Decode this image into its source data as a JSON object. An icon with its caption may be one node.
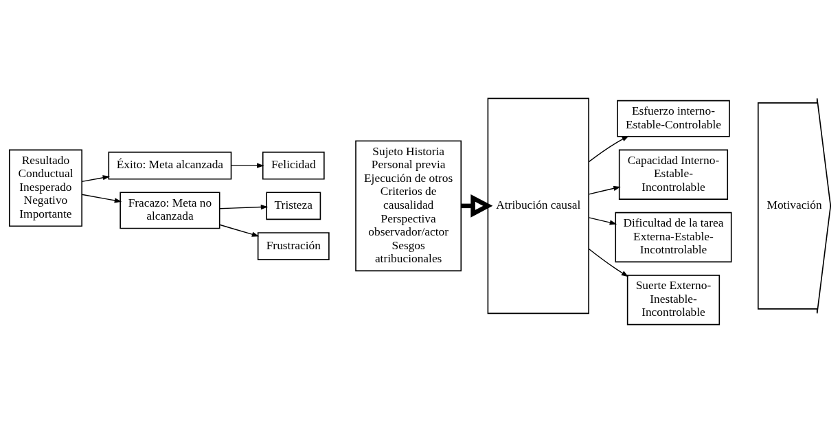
{
  "diagram": {
    "nodes": [
      {
        "text": [
          "Resultado Conductual Inesperado Negativo Importante"
        ]
      },
      {
        "text": [
          "Éxito: Meta alcanzada"
        ]
      },
      {
        "text": [
          "Felicidad"
        ]
      },
      {
        "text": [
          "Fracazo: Meta no alcanzada"
        ]
      },
      {
        "text": [
          "Tristeza"
        ]
      },
      {
        "text": [
          "Frustración"
        ]
      },
      {
        "text": [
          "Sujeto Historia Personal previa Ejecución de otros Criterios de causalidad Perspectiva observador/actor Sesgos atribucionales"
        ]
      },
      {
        "text": [
          "Atribución causal"
        ]
      },
      {
        "text": [
          "Esfuerzo interno-Estable-Controlable"
        ]
      },
      {
        "text": [
          "Capacidad Interno-Estable-Incontrolable"
        ]
      },
      {
        "text": [
          "Dificultad de la tarea Externa-Estable-Incotntrolable"
        ]
      },
      {
        "text": [
          "Suerte Externo-Inestable-Incontrolable"
        ]
      },
      {
        "text": [
          "Motivación"
        ]
      }
    ],
    "edges": [
      {
        "from": 0,
        "to": 1,
        "arrow": "to"
      },
      {
        "from": 1,
        "to": 2,
        "arrow": "to"
      },
      {
        "from": 0,
        "to": 3,
        "arrow": "to"
      },
      {
        "from": 3,
        "to": 4,
        "arrow": "to"
      },
      {
        "from": 3,
        "to": 5,
        "arrow": "to"
      },
      {
        "from": 6,
        "to": 7,
        "arrow": "to",
        "style": "thick"
      },
      {
        "from": 7,
        "to": 8,
        "arrow": "to"
      },
      {
        "from": 7,
        "to": 9,
        "arrow": "to"
      },
      {
        "from": 7,
        "to": 10,
        "arrow": "to"
      },
      {
        "from": 7,
        "to": 11,
        "arrow": "to"
      }
    ]
  }
}
